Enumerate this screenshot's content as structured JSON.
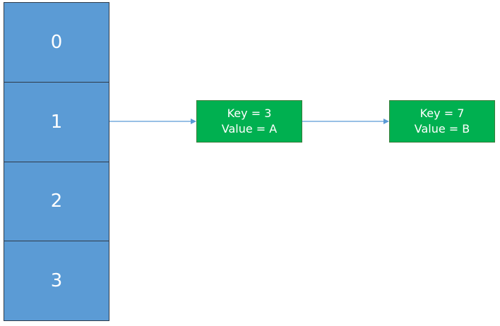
{
  "buckets": [
    {
      "index": "0"
    },
    {
      "index": "1"
    },
    {
      "index": "2"
    },
    {
      "index": "3"
    }
  ],
  "nodes": [
    {
      "key_label": "Key = 3",
      "value_label": "Value = A"
    },
    {
      "key_label": "Key = 7",
      "value_label": "Value = B"
    }
  ],
  "colors": {
    "bucket_fill": "#5b9bd5",
    "node_fill": "#00b050",
    "arrow": "#5b9bd5"
  }
}
